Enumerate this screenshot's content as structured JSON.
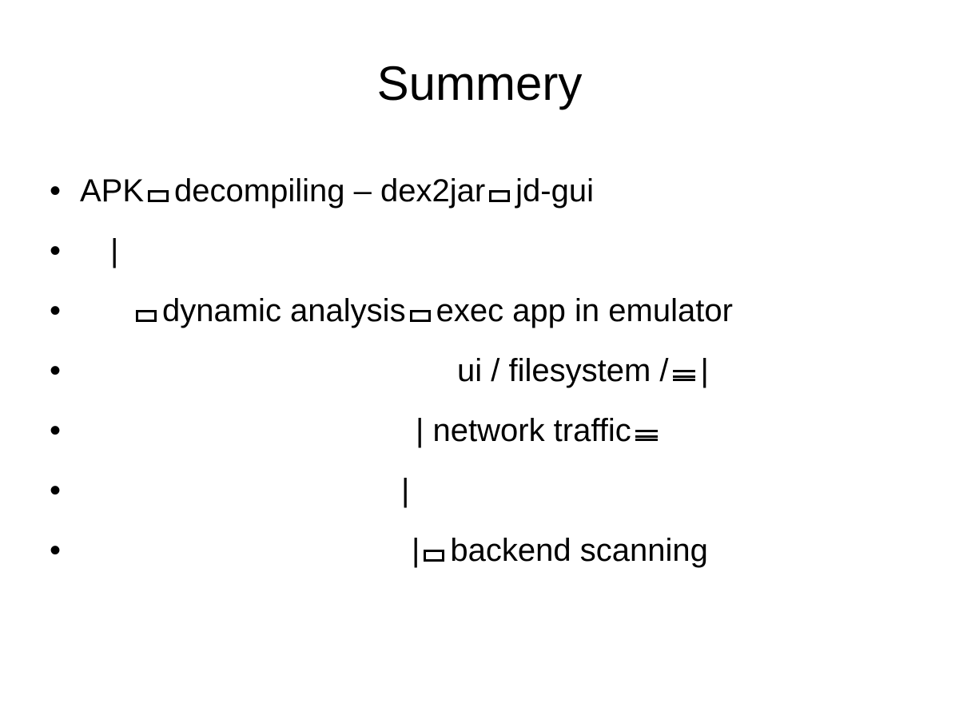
{
  "slide": {
    "title": "Summery",
    "background_color": "#ffffff",
    "text_color": "#000000",
    "bullet_glyph": "•",
    "bullets": [
      {
        "id": "apk-decompiling",
        "indent": 0,
        "segments": [
          {
            "type": "text",
            "value": "APK"
          },
          {
            "type": "tofu",
            "variant": "box"
          },
          {
            "type": "text",
            "value": "decompiling – dex2jar"
          },
          {
            "type": "tofu",
            "variant": "box"
          },
          {
            "type": "text",
            "value": "jd-gui"
          }
        ],
        "plain_text": "APK □ decompiling – dex2jar □ jd-gui"
      },
      {
        "id": "pipe-connector-1",
        "indent": 1,
        "segments": [
          {
            "type": "text",
            "value": "|"
          }
        ],
        "plain_text": "|"
      },
      {
        "id": "dynamic-analysis",
        "indent": 2,
        "segments": [
          {
            "type": "tofu",
            "variant": "box"
          },
          {
            "type": "text",
            "value": "dynamic analysis"
          },
          {
            "type": "tofu",
            "variant": "box"
          },
          {
            "type": "text",
            "value": "exec app in emulator"
          }
        ],
        "plain_text": "□ dynamic analysis □ exec app in emulator"
      },
      {
        "id": "ui-filesystem",
        "indent": 3,
        "segments": [
          {
            "type": "text",
            "value": "ui / filesystem /"
          },
          {
            "type": "tofu",
            "variant": "flat"
          },
          {
            "type": "text",
            "value": "|"
          }
        ],
        "plain_text": "ui / filesystem / ▭ |"
      },
      {
        "id": "network-traffic",
        "indent": 4,
        "segments": [
          {
            "type": "text",
            "value": "| network traffic"
          },
          {
            "type": "tofu",
            "variant": "flat"
          }
        ],
        "plain_text": "| network traffic ▭"
      },
      {
        "id": "pipe-connector-2",
        "indent": 5,
        "segments": [
          {
            "type": "text",
            "value": "|"
          }
        ],
        "plain_text": "|"
      },
      {
        "id": "backend-scanning",
        "indent": 6,
        "segments": [
          {
            "type": "text",
            "value": "|"
          },
          {
            "type": "tofu",
            "variant": "box"
          },
          {
            "type": "text",
            "value": "backend scanning"
          }
        ],
        "plain_text": "| □ backend scanning"
      }
    ]
  }
}
